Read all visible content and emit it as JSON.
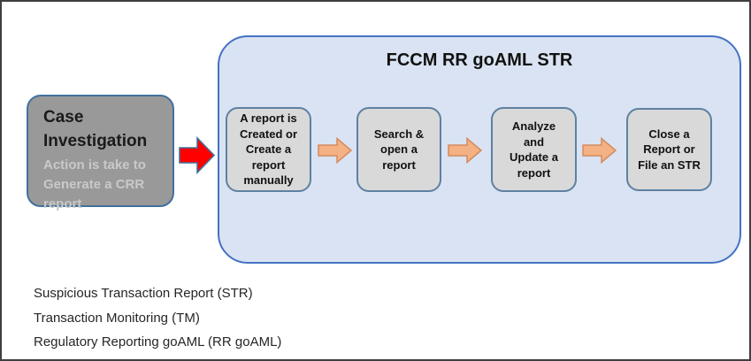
{
  "diagram": {
    "source_box": {
      "title": "Case\nInvestigation",
      "subtitle": "Action is take to\nGenerate a CRR\nreport"
    },
    "container": {
      "title": "FCCM RR goAML STR",
      "steps": [
        {
          "label": "A report is\nCreated or\nCreate a\nreport\nmanually"
        },
        {
          "label": "Search &\nopen a\nreport"
        },
        {
          "label": "Analyze\nand\nUpdate a\nreport"
        },
        {
          "label": "Close a\nReport or\nFile an STR"
        }
      ]
    },
    "legend": [
      "Suspicious Transaction Report (STR)",
      "Transaction Monitoring (TM)",
      "Regulatory Reporting goAML (RR goAML)"
    ],
    "colors": {
      "container_fill": "#DAE3F3",
      "container_border": "#4472C4",
      "step_fill": "#D9D9D9",
      "step_border": "#5E81A2",
      "source_fill": "#999999",
      "source_border": "#41719C",
      "source_subtitle_text": "#C9C9C9",
      "red_arrow_fill": "#FF0000",
      "red_arrow_border": "#41719C",
      "orange_arrow_fill": "#F4B183",
      "orange_arrow_border": "#D38B5F",
      "outer_frame": "#3F3F3F"
    }
  }
}
